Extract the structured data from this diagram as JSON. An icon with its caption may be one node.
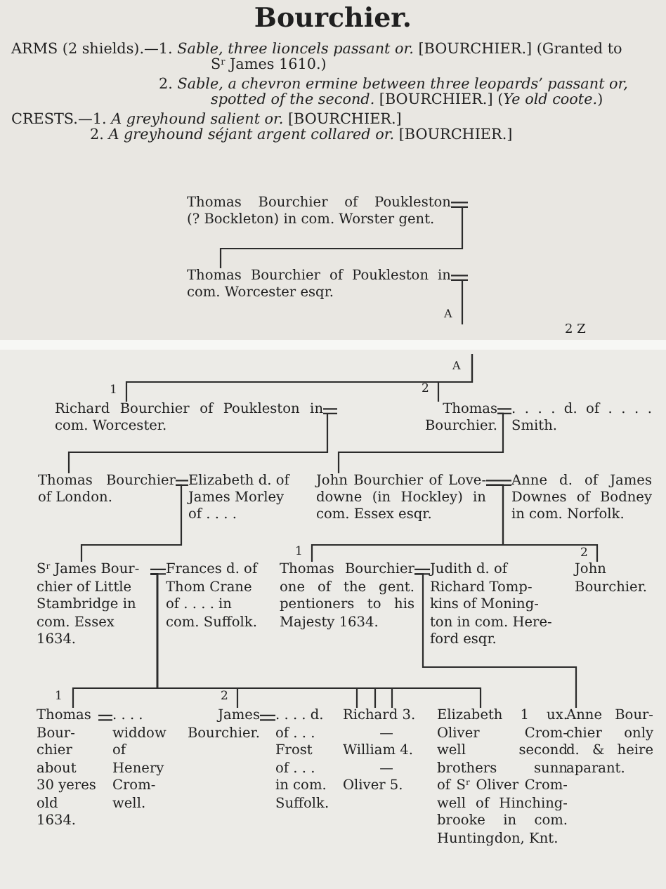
{
  "diagram": {
    "title": "Bourchier.",
    "nodes": [
      {
        "text": [
          "Thomas Bourchier of Poukleston (? Bockleton) in com. Worster gent."
        ]
      },
      {
        "text": [
          "Thomas Bourchier of Poukleston in com. Worcester esqr."
        ]
      },
      {
        "text": [
          "Richard Bourchier of Poukleston in com. Worcester."
        ],
        "beside": [
          "1"
        ]
      },
      {
        "text": [
          "Thomas Bourchier."
        ],
        "beside": [
          "2"
        ]
      },
      {
        "text": [
          ". . . . d. of . . . . Smith."
        ]
      },
      {
        "text": [
          "Thomas Bourchier of London."
        ]
      },
      {
        "text": [
          "Elizabeth d. of James Morley of . . . ."
        ]
      },
      {
        "text": [
          "John Bourchier of Love- downe (in Hockley) in com. Essex esqr."
        ]
      },
      {
        "text": [
          "Anne d. of James Downes of Bodney in com. Norfolk."
        ]
      },
      {
        "text": [
          "S$^{r}$ James Bour- chier of Little Stambridge in com. Essex 1634."
        ]
      },
      {
        "text": [
          "Frances d. of Thom Crane of . . . . in com. Suffolk."
        ]
      },
      {
        "text": [
          "Thomas Bourchier one of the gent. pentioners to his Majesty 1634."
        ],
        "beside": [
          "1"
        ]
      },
      {
        "text": [
          "Judith d. of Richard Tomp- kins of Moning- ton in com. Here- ford esqr."
        ]
      },
      {
        "text": [
          "John Bourchier."
        ],
        "beside": [
          "2"
        ]
      },
      {
        "text": [
          "Thomas Bour- chier about 30 yeres old 1634."
        ],
        "beside": [
          "1"
        ]
      },
      {
        "text": [
          ". . . . widdow of Henery Crom- well."
        ]
      },
      {
        "text": [
          "James Bourchier."
        ],
        "beside": [
          "2"
        ]
      },
      {
        "text": [
          ". . . . d. of . . . Frost of . . . in com. Suffolk."
        ]
      },
      {
        "text": [
          "Richard 3.",
          "—",
          "William 4.",
          "—",
          "Oliver 5."
        ]
      },
      {
        "text": [
          "Elizabeth 1 ux. Oliver Crom- well second brothers sunn of S$^{r}$ Oliver Crom- well of Hinching- brooke in com. Huntingdon, Knt."
        ]
      },
      {
        "text": [
          "Anne Bour- chier only d. & heire aparant."
        ]
      }
    ],
    "edges": [
      {
        "from": 0,
        "to": 1,
        "arrow": "none"
      },
      {
        "from": 1,
        "to": null,
        "arrow": "none"
      },
      {
        "from": null,
        "to": 2,
        "arrow": "none"
      },
      {
        "from": null,
        "to": 3,
        "arrow": "none"
      },
      {
        "from": 3,
        "to": 4,
        "arrow": "none"
      },
      {
        "from": 2,
        "to": 5,
        "arrow": "none"
      },
      {
        "from": 3,
        "to": 7,
        "arrow": "none"
      },
      {
        "from": 5,
        "to": 6,
        "arrow": "none"
      },
      {
        "from": 7,
        "to": 8,
        "arrow": "none"
      },
      {
        "from": 5,
        "to": 9,
        "arrow": "none"
      },
      {
        "from": 7,
        "to": 11,
        "arrow": "none"
      },
      {
        "from": 7,
        "to": 13,
        "arrow": "none"
      },
      {
        "from": 9,
        "to": 10,
        "arrow": "none"
      },
      {
        "from": 11,
        "to": 12,
        "arrow": "none"
      },
      {
        "from": 9,
        "to": 14,
        "arrow": "none"
      },
      {
        "from": 9,
        "to": 16,
        "arrow": "none"
      },
      {
        "from": 9,
        "to": 18,
        "arrow": "none"
      },
      {
        "from": 9,
        "to": 18,
        "arrow": "none"
      },
      {
        "from": 9,
        "to": 18,
        "arrow": "none"
      },
      {
        "from": 9,
        "to": 19,
        "arrow": "none"
      },
      {
        "from": 11,
        "to": 20,
        "arrow": "none"
      },
      {
        "from": 14,
        "to": 15,
        "arrow": "none"
      },
      {
        "from": 16,
        "to": 17,
        "arrow": "none"
      }
    ],
    "labels": [
      "ARMS (2 shields).—1. *Sable, three lioncels passant or.* [BOURCHIER.] (Granted to S$^{r}$ James 1610.)",
      "2. *Sable, a chevron ermine between three leopards’ passant or, spotted of the second.* [BOURCHIER.] (*Ye old coote.*)",
      "CRESTS.—1. *A greyhound salient or.* [BOURCHIER.]",
      "2. *A greyhound séjant argent collared or.* [BOURCHIER.]",
      "A",
      "2 Z",
      "A"
    ]
  }
}
